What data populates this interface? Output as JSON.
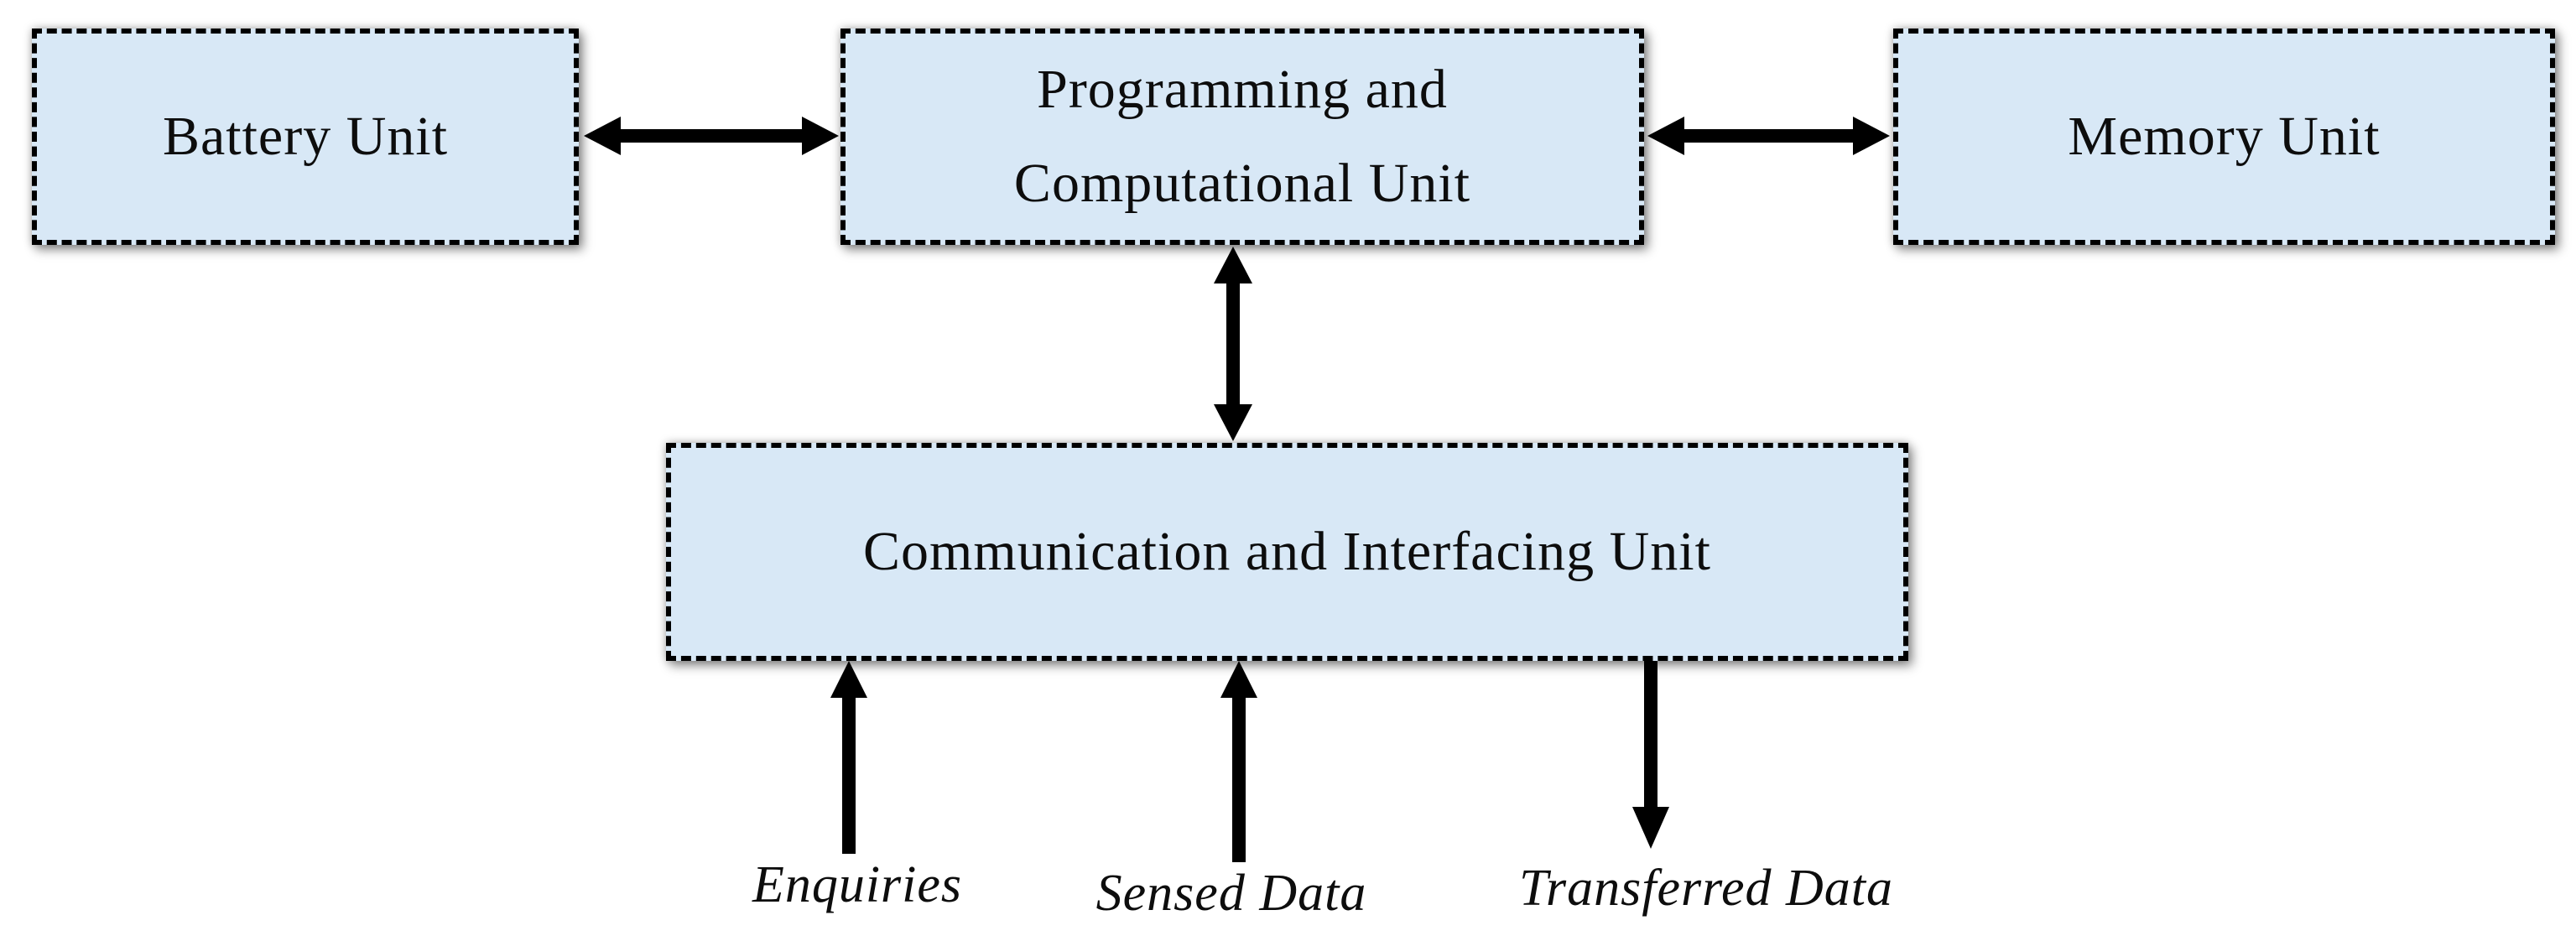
{
  "colors": {
    "background": "#ffffff",
    "box-fill": "#d8e8f6",
    "box-border": "#000000",
    "arrow": "#000000",
    "text": "#0d0d0d"
  },
  "nodes": {
    "battery": {
      "label": "Battery Unit"
    },
    "programming": {
      "label": "Programming and Computational Unit",
      "lines": [
        "Programming and",
        "Computational Unit"
      ]
    },
    "memory": {
      "label": "Memory Unit"
    },
    "communication": {
      "label": "Communication and Interfacing Unit"
    }
  },
  "flow_labels": {
    "enquiries": "Enquiries",
    "sensed_data": "Sensed Data",
    "transferred_data": "Transferred Data"
  }
}
